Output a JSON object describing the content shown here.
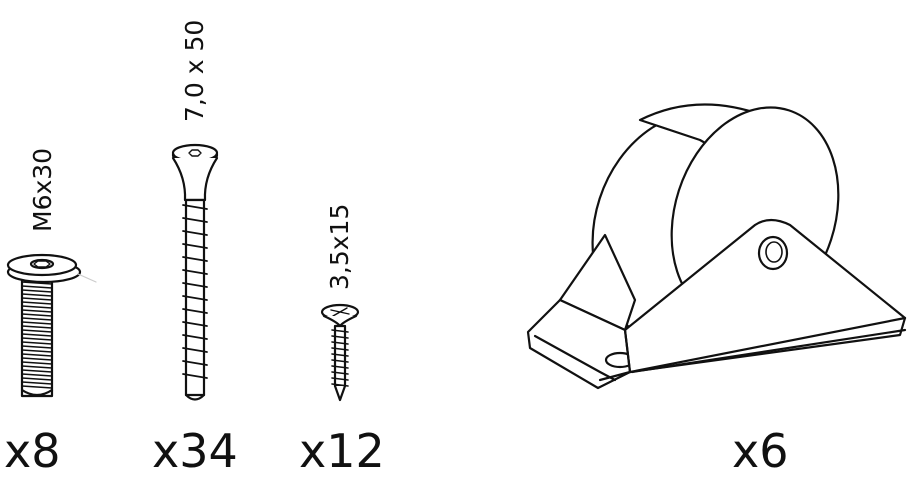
{
  "parts": [
    {
      "id": "bolt",
      "icon": "hex-socket-bolt-icon",
      "size_label": "M6x30",
      "quantity_label": "x8"
    },
    {
      "id": "long-screw",
      "icon": "countersunk-screw-icon",
      "size_label": "7,0 x 50",
      "quantity_label": "x34"
    },
    {
      "id": "small-screw",
      "icon": "wood-screw-icon",
      "size_label": "3,5x15",
      "quantity_label": "x12"
    },
    {
      "id": "caster",
      "icon": "caster-wheel-icon",
      "size_label": "",
      "quantity_label": "x6"
    }
  ],
  "colors": {
    "line": "#111111",
    "fill": "#ffffff",
    "shade": "#e6e6e6"
  }
}
